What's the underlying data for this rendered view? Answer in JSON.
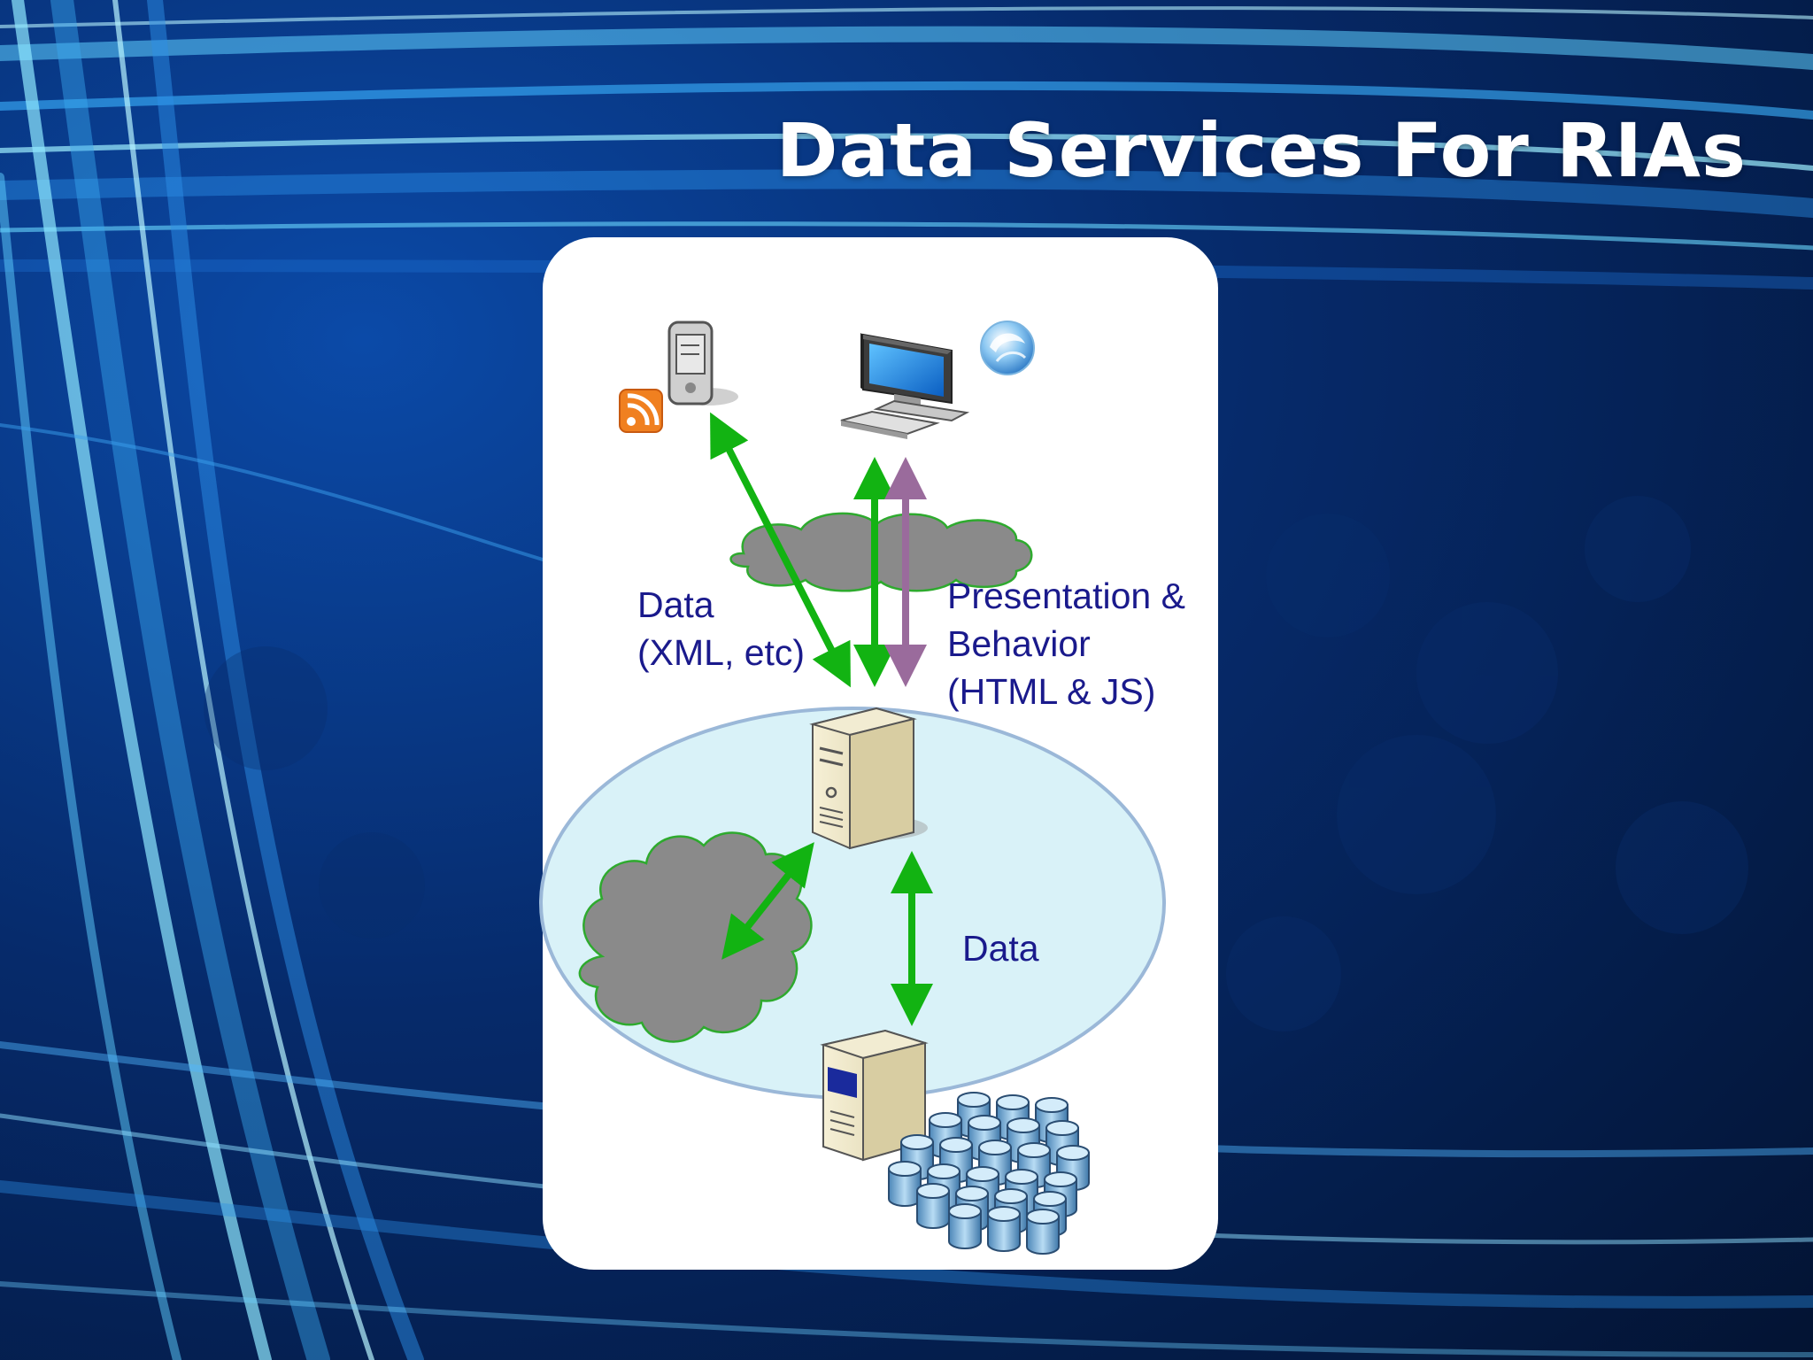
{
  "slide": {
    "title": "Data Services For RIAs"
  },
  "diagram": {
    "labels": {
      "client_data": [
        "Data",
        "(XML, etc)"
      ],
      "presentation": [
        "Presentation &",
        "Behavior",
        "(HTML & JS)"
      ],
      "backend_data": "Data"
    },
    "colors": {
      "data_arrow": "#12b312",
      "presentation_arrow": "#9a6b9c",
      "label_text": "#1a1a8c",
      "server_zone": "#d9f2f8",
      "cloud": "#8a8a8a",
      "cloud_outline": "#2eaa2e"
    },
    "icons": [
      "rss-feed-icon",
      "pda-device-icon",
      "desktop-computer-icon",
      "silverlight-logo-icon",
      "internet-cloud-icon",
      "web-server-icon",
      "services-cloud-icon",
      "database-server-icon",
      "database-cluster-icon"
    ]
  }
}
